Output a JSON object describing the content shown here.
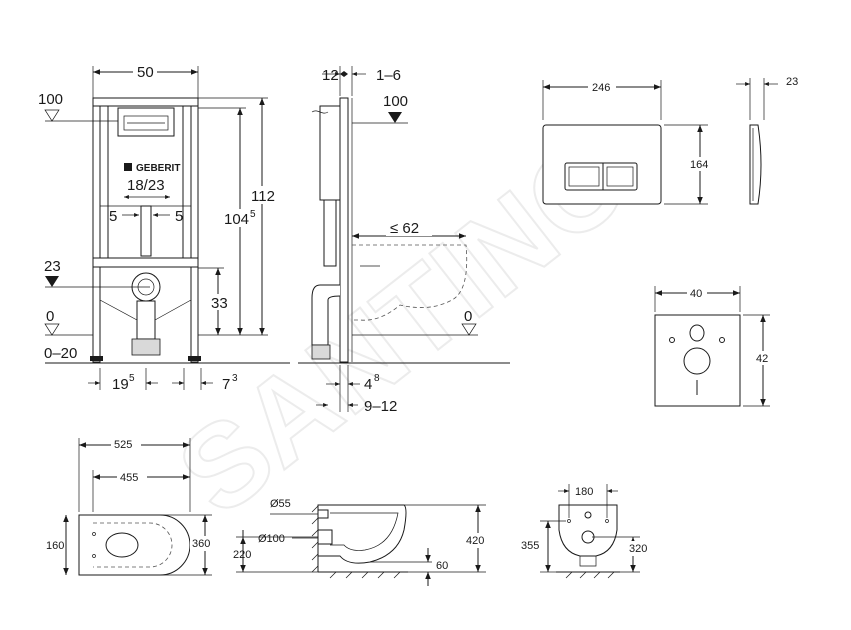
{
  "watermark": "SANTINO",
  "brand_logo": "GEBERIT",
  "frame_front": {
    "width": "50",
    "height_total": "112",
    "height_inner": "104",
    "height_inner_sup": "5",
    "actuator_height": "100",
    "connection_spacing": "18/23",
    "pipe_offset_left": "5",
    "pipe_offset_right": "5",
    "inlet_height": "23",
    "drain_height": "33",
    "floor_level": "0",
    "floor_range": "0–20",
    "bottom_left": "19",
    "bottom_left_sup": "5",
    "bottom_right": "7",
    "bottom_right_sup": "3"
  },
  "frame_side": {
    "top_depth": "12",
    "wall_range": "1–6",
    "actuator_height": "100",
    "bowl_projection": "≤ 62",
    "floor_level": "0",
    "foot_offset": "4",
    "foot_offset_sup": "8",
    "foot_range": "9–12"
  },
  "flush_plate": {
    "width": "246",
    "height": "164",
    "depth": "23"
  },
  "sound_mat": {
    "width": "40",
    "height": "42"
  },
  "bowl_top": {
    "length_total": "525",
    "length_inner": "455",
    "width_inner": "160",
    "width_outer": "360"
  },
  "bowl_side": {
    "pipe_small": "Ø55",
    "pipe_large": "Ø100",
    "outlet_height": "220",
    "height": "420",
    "floor_gap": "60"
  },
  "bowl_rear": {
    "bolt_spacing": "180",
    "height_left": "355",
    "height_right": "320"
  }
}
